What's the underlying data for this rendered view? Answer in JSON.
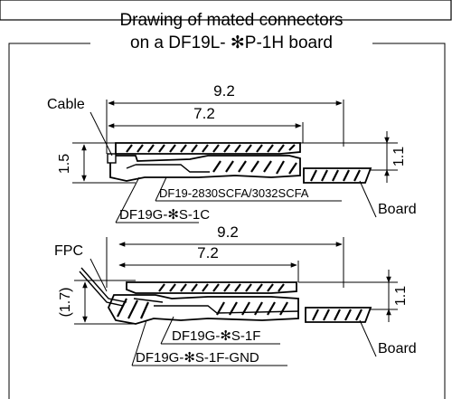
{
  "title": {
    "line1": "Drawing of mated connectors",
    "line2": "on a DF19L- ✻P-1H board"
  },
  "top_view": {
    "dim_overall": "9.2",
    "dim_inner": "7.2",
    "dim_height_left": "1.5",
    "dim_height_right": "1.1",
    "label_cable": "Cable",
    "label_part_upper": "DF19-2830SCFA/3032SCFA",
    "label_part_lower": "DF19G-✻S-1C",
    "label_board": "Board"
  },
  "bottom_view": {
    "dim_overall": "9.2",
    "dim_inner": "7.2",
    "dim_height_left": "(1.7)",
    "dim_height_right": "1.1",
    "label_fpc": "FPC",
    "label_part_upper": "DF19G-✻S-1F",
    "label_part_lower": "DF19G-✻S-1F-GND",
    "label_board": "Board"
  }
}
